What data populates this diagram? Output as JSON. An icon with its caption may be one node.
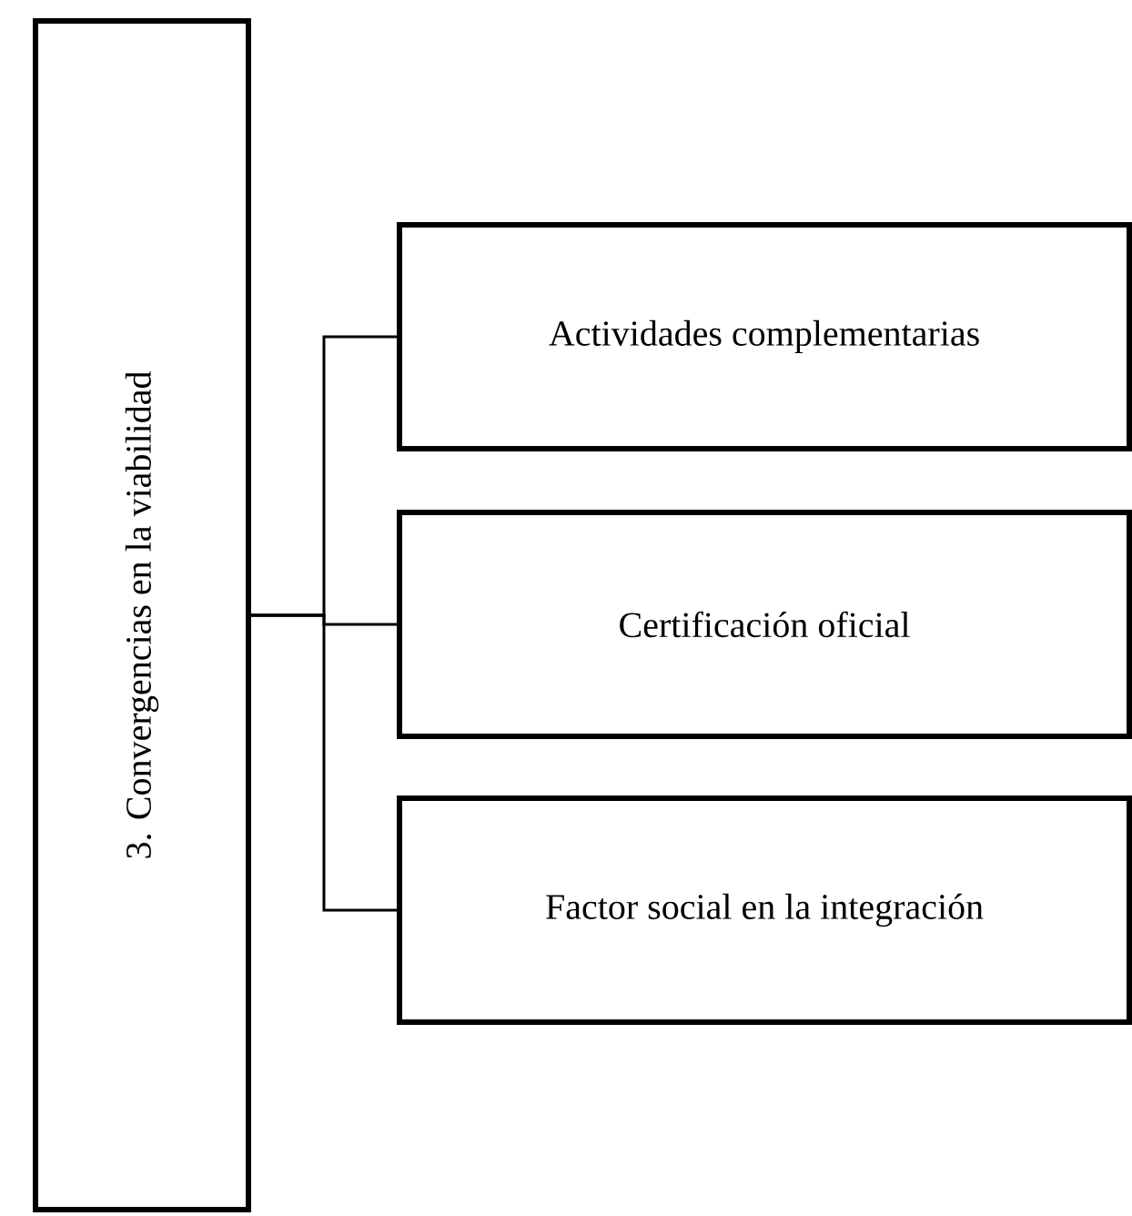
{
  "diagram": {
    "nodes": [
      {
        "text": [
          "3. Convergencias en la viabilidad"
        ]
      },
      {
        "text": [
          "Actividades complementarias"
        ]
      },
      {
        "text": [
          "Certificación oficial"
        ]
      },
      {
        "text": [
          "Factor social en la integración"
        ]
      }
    ],
    "edges": [
      {
        "from": 0,
        "to": 1,
        "arrow": "none"
      },
      {
        "from": 0,
        "to": 2,
        "arrow": "none"
      },
      {
        "from": 0,
        "to": 3,
        "arrow": "none"
      }
    ]
  }
}
